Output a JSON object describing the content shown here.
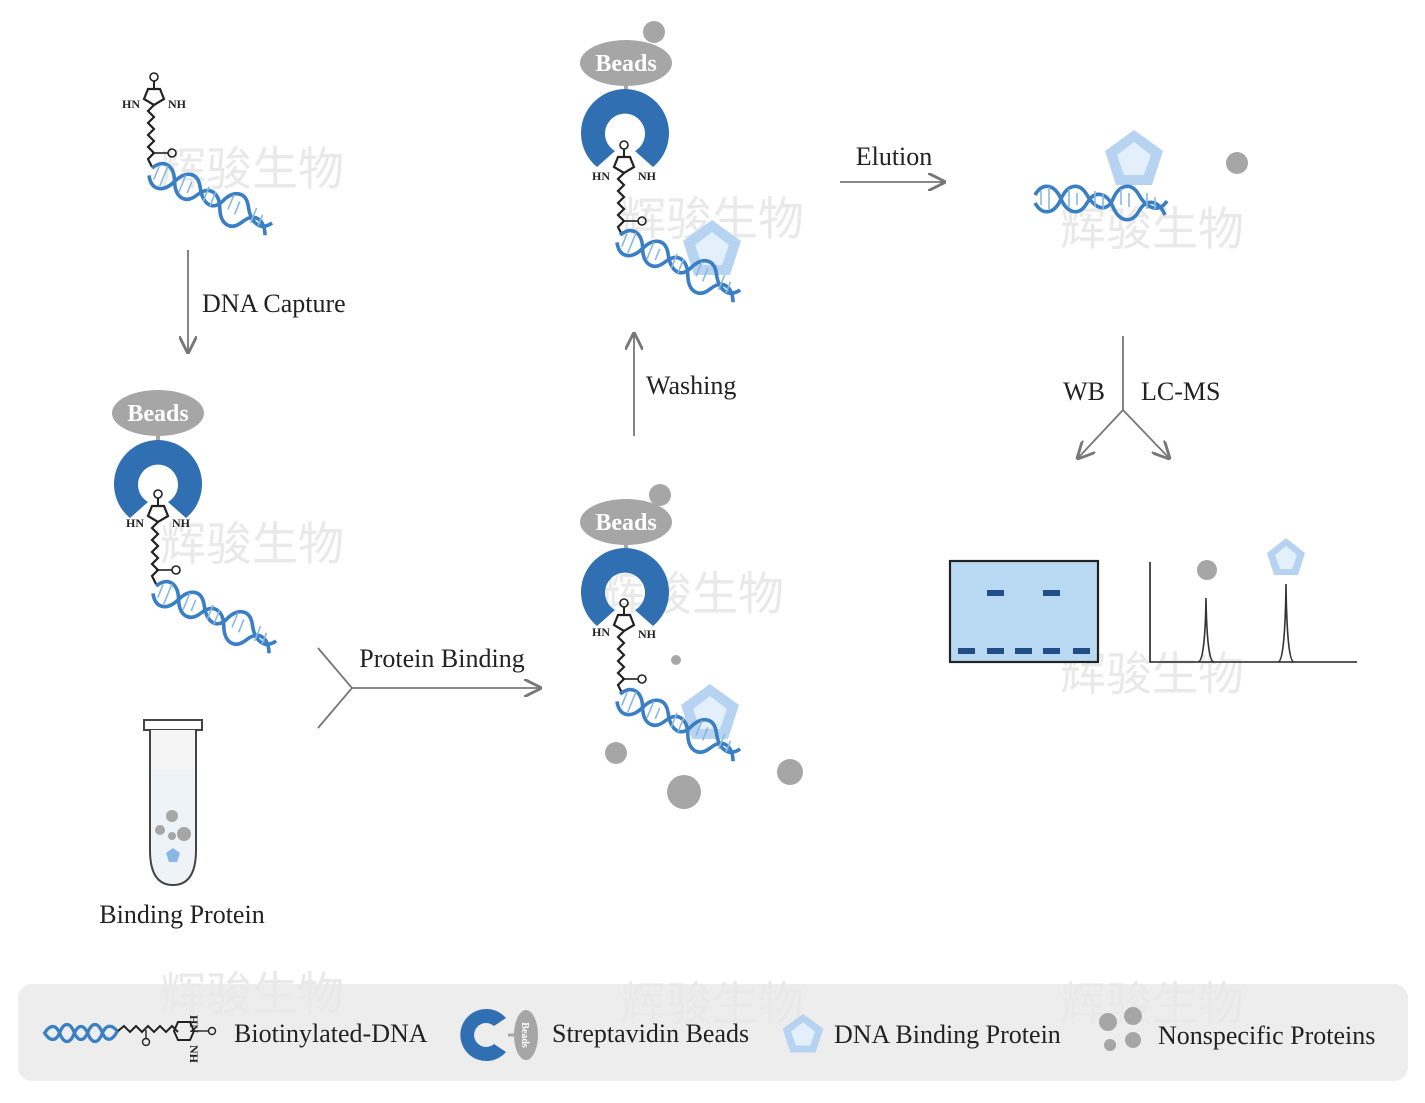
{
  "labels": {
    "dna_capture": "DNA Capture",
    "washing": "Washing",
    "elution": "Elution",
    "wb": "WB",
    "lcms": "LC-MS",
    "protein_binding": "Protein Binding",
    "binding_protein": "Binding Protein"
  },
  "beads_text": "Beads",
  "chem": {
    "hn": "HN",
    "nh": "NH",
    "o": "O"
  },
  "watermark": "辉骏生物",
  "legend": {
    "biotinylated_dna": "Biotinylated-DNA",
    "streptavidin_beads": "Streptavidin Beads",
    "dna_binding_protein": "DNA Binding Protein",
    "nonspecific_proteins": "Nonspecific Proteins",
    "beads_small": "Beads"
  },
  "colors": {
    "streptavidin_blue": "#2f6fb2",
    "dna_blue": "#3a7fc4",
    "bead_gray": "#a6a6a6",
    "protein_light_blue": "#b6d3f1",
    "gel_fill": "#b9d8f1",
    "gel_band": "#1f4f86",
    "legend_bg": "#ededed",
    "arrow_gray": "#777777"
  },
  "icons": [
    "dna-helix-icon",
    "streptavidin-icon",
    "bead-icon",
    "pentagon-protein-icon",
    "tube-icon",
    "gel-icon",
    "spectrum-icon"
  ]
}
